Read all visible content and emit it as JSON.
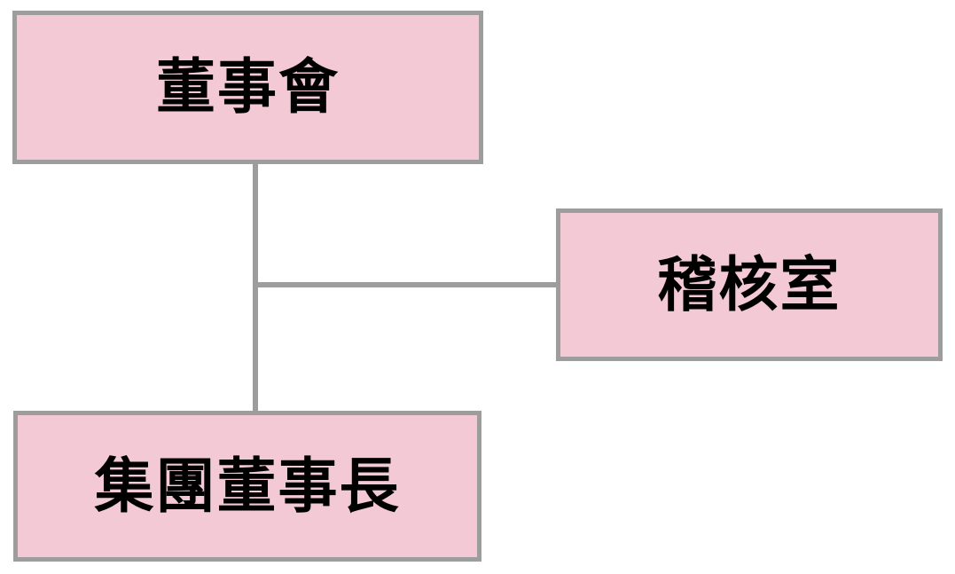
{
  "diagram": {
    "type": "org-chart",
    "colors": {
      "background": "#ffffff",
      "node-fill": "#f2c9d4",
      "node-border": "#9d9d9d",
      "connector": "#9d9d9d",
      "text": "#000000"
    },
    "nodes": [
      {
        "id": "board",
        "label": "董事會"
      },
      {
        "id": "audit",
        "label": "稽核室"
      },
      {
        "id": "chairman",
        "label": "集團董事長"
      }
    ],
    "edges": [
      {
        "from": "board",
        "to": "chairman",
        "style": "vertical"
      },
      {
        "from": "board",
        "to": "audit",
        "style": "branch-right-from-vertical"
      }
    ]
  }
}
